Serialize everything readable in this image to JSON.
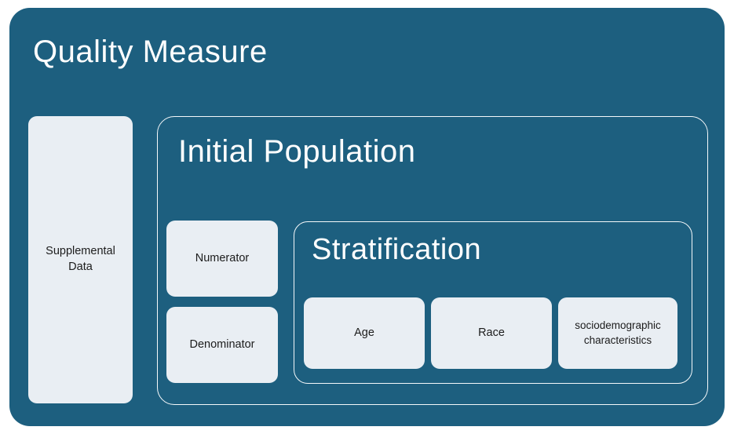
{
  "colors": {
    "canvas": "#ffffff",
    "container": "#1d5f7f",
    "box_fill": "#e9eef3",
    "box_text": "#1c1c1c",
    "title_text": "#ffffff",
    "outline": "#f4f8fa"
  },
  "title": "Quality Measure",
  "supplemental_box": {
    "label": "Supplemental Data"
  },
  "initial_population": {
    "title": "Initial Population",
    "numerator_label": "Numerator",
    "denominator_label": "Denominator",
    "stratification": {
      "title": "Stratification",
      "items": [
        "Age",
        "Race",
        "sociodemographic characteristics"
      ]
    }
  }
}
